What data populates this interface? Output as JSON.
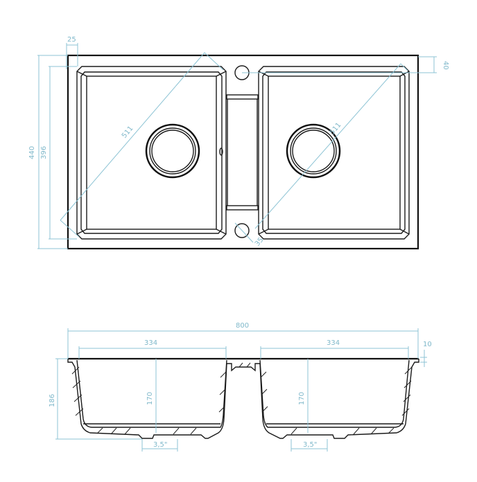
{
  "top_view": {
    "dim_edge_width": "25",
    "dim_tap_offset": "40",
    "dim_total_depth": "440",
    "dim_bowl_depth": "396",
    "dim_left_diagonal": "511",
    "dim_right_diagonal": "511",
    "dim_hole_diameter": "35"
  },
  "side_view": {
    "dim_total_width": "800",
    "dim_left_bowl_width": "334",
    "dim_right_bowl_width": "334",
    "dim_rim_thickness": "10",
    "dim_total_height": "186",
    "dim_left_bowl_height": "170",
    "dim_right_bowl_height": "170",
    "dim_left_drain": "3,5\"",
    "dim_right_drain": "3,5\""
  },
  "colors": {
    "dimension": "#8cc3d4",
    "outline": "#1a1a1a"
  }
}
